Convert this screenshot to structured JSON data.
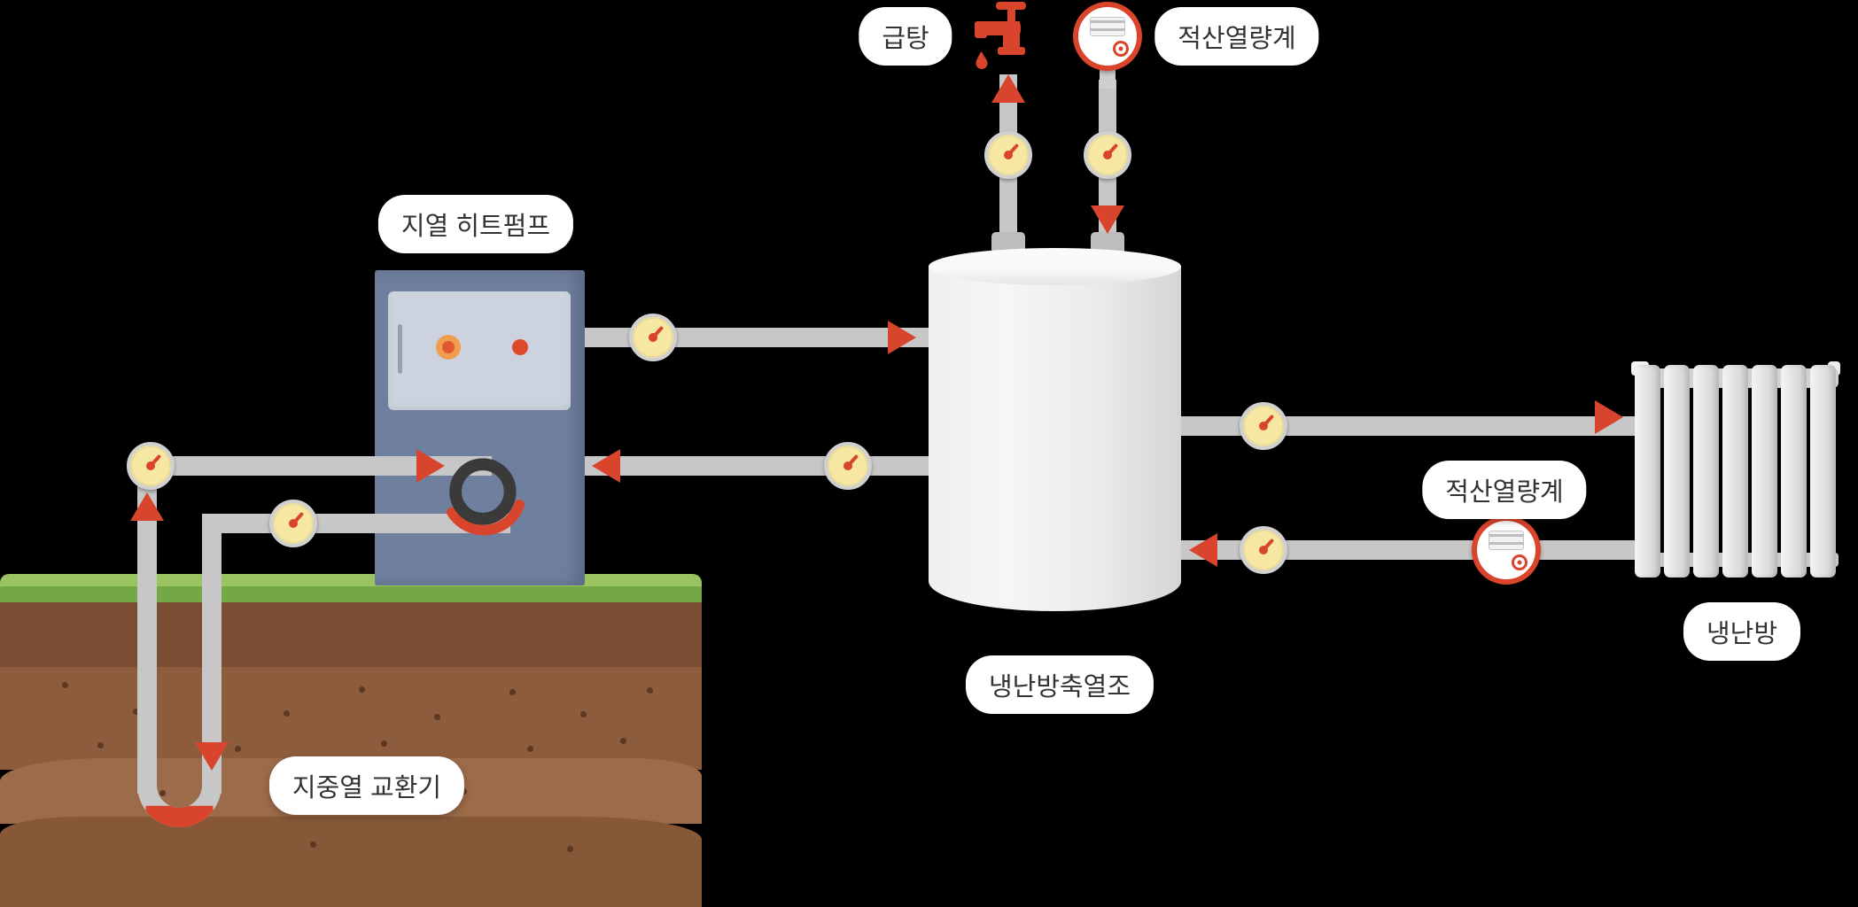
{
  "diagram": {
    "labels": {
      "heat_pump": "지열 히트펌프",
      "hot_water_supply": "급탕",
      "heat_meter_top": "적산열량계",
      "heat_meter_right": "적산열량계",
      "thermal_storage_tank": "냉난방축열조",
      "ground_heat_exchanger": "지중열 교환기",
      "heating_cooling": "냉난방"
    },
    "icons": {
      "faucet-icon": "red tap with falling water drop",
      "heat-meter-icon": "round white meter with red ring, display and small sub-dial",
      "gauge-icon": "yellow circular dial with red needle",
      "flow-arrow-icon": "red triangle showing flow direction",
      "pump-circle-icon": "dark ring with red arc (circulation pump)",
      "radiator-icon": "gray sectional radiator",
      "u-bend-pipe-icon": "underground U-shaped borehole pipe with red heated section"
    },
    "colors": {
      "background": "#000000",
      "pipe": "#c7c7c7",
      "gauge_face": "#f6e7a2",
      "gauge_ring": "#d0d0d0",
      "needle": "#d9442b",
      "arrow": "#d9452c",
      "tank_body": "#ececec",
      "tank_top": "#f7f7f7",
      "pump_body": "#6f7f9e",
      "pump_panel": "#ccd3df",
      "pump_ring": "#3a3a3a",
      "indicator_orange": "#f09d4f",
      "indicator_red": "#dd4a2a",
      "grass_light": "#9ac45f",
      "grass_dark": "#74a844",
      "soil_1": "#7a4c31",
      "soil_2": "#8d5c3c",
      "soil_3": "#9c6b49",
      "soil_4": "#875837",
      "soil_dot": "#5c3822",
      "faucet": "#d9452c",
      "meter_ring": "#d9442b",
      "label_bg": "#ffffff",
      "label_text": "#333333",
      "radiator": "#cfcfcf"
    }
  }
}
